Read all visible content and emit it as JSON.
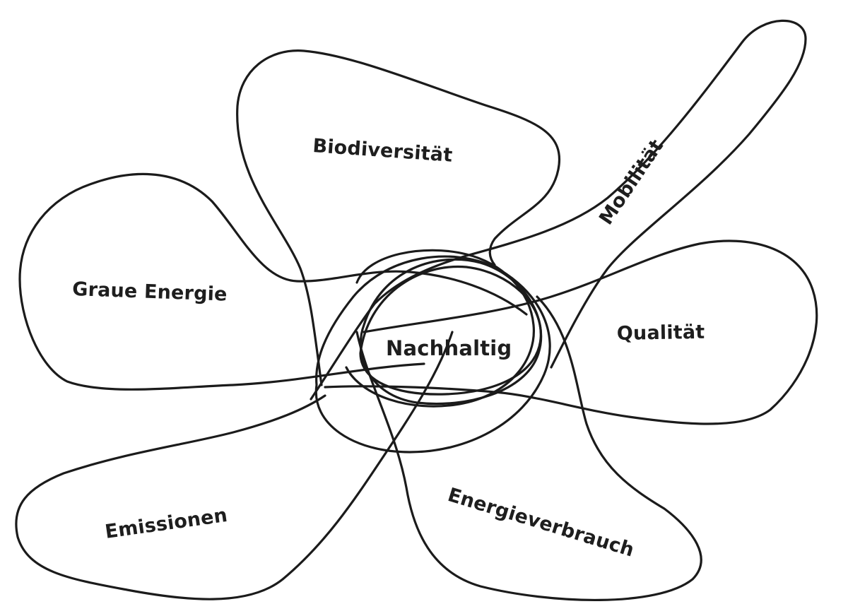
{
  "diagram": {
    "center_label": "Nachhaltig",
    "petals": {
      "biodiversity": "Biodiversität",
      "mobility": "Mobilität",
      "grey_energy": "Graue Energie",
      "quality": "Qualität",
      "emissions": "Emissionen",
      "energy_consumption": "Energieverbrauch"
    },
    "line_color": "#1b1b1b",
    "background_color": "#ffffff"
  }
}
